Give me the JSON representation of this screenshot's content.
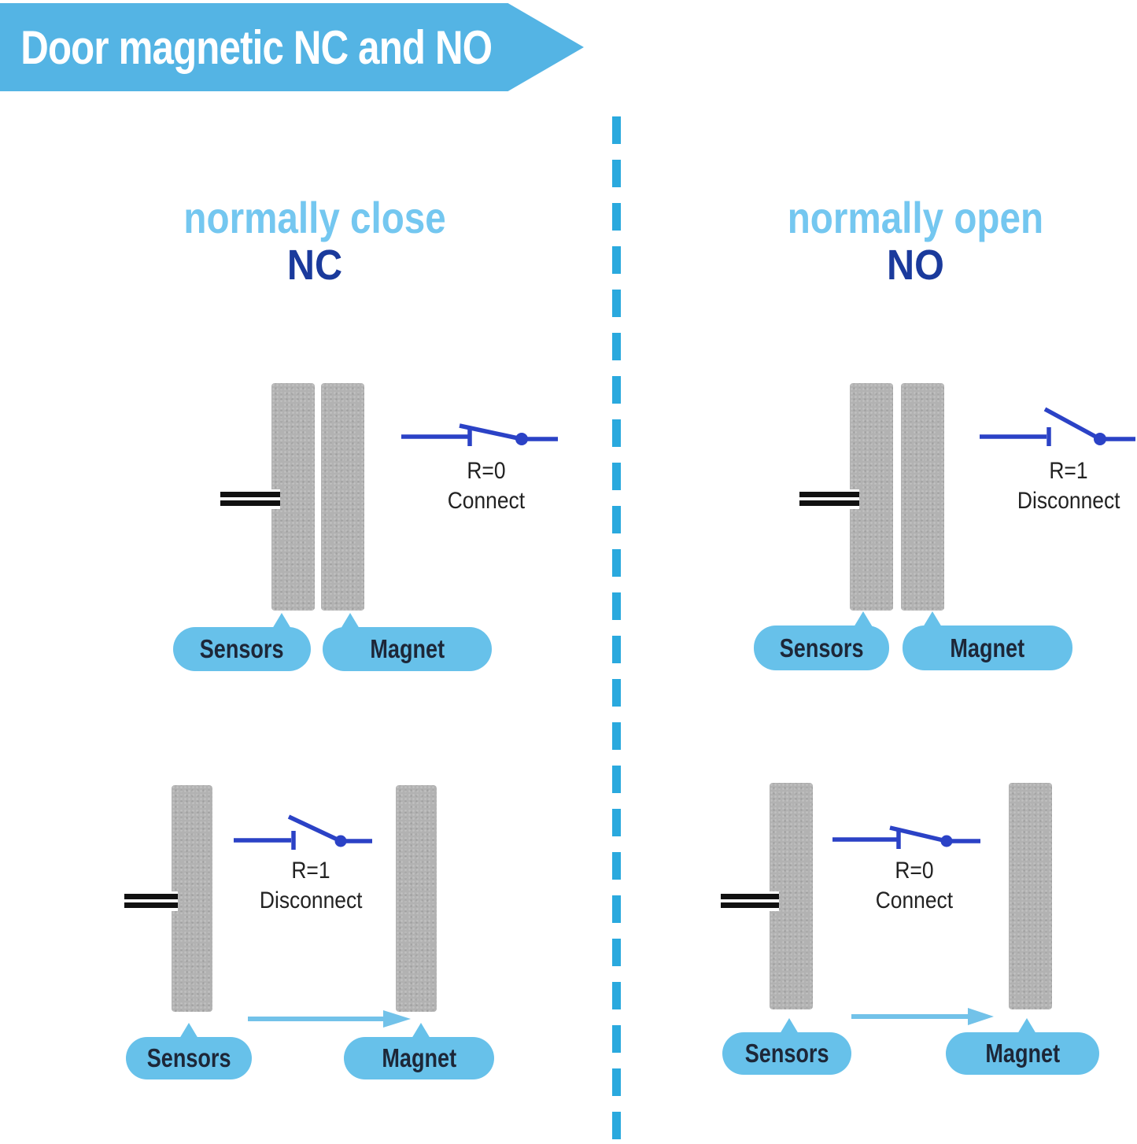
{
  "header": {
    "title": "Door magnetic NC and NO"
  },
  "sections": {
    "nc": {
      "title": "normally close",
      "abbr": "NC"
    },
    "no": {
      "title": "normally open",
      "abbr": "NO"
    }
  },
  "labels": {
    "sensors": "Sensors",
    "magnet": "Magnet"
  },
  "states": {
    "connect": {
      "r": "R=0",
      "word": "Connect"
    },
    "disconnect": {
      "r": "R=1",
      "word": "Disconnect"
    }
  },
  "diagrams": [
    {
      "section": "NC",
      "magnet_position": "near",
      "switch_state": "closed",
      "state": "connect"
    },
    {
      "section": "NO",
      "magnet_position": "near",
      "switch_state": "open",
      "state": "disconnect"
    },
    {
      "section": "NC",
      "magnet_position": "moved-away",
      "switch_state": "open",
      "state": "disconnect"
    },
    {
      "section": "NO",
      "magnet_position": "moved-away",
      "switch_state": "closed",
      "state": "connect"
    }
  ],
  "colors": {
    "banner_blue": "#54b4e4",
    "bubble_blue": "#67c1ea",
    "divider_blue": "#2aa9de",
    "arrow_blue": "#72c2e9",
    "title_light_blue": "#74c7f0",
    "abbr_navy": "#1a3a9c",
    "switch_blue": "#2b42c6",
    "bar_gray": "#b2b2b2",
    "text_dark": "#222222",
    "bubble_text_navy": "#1d2738"
  }
}
